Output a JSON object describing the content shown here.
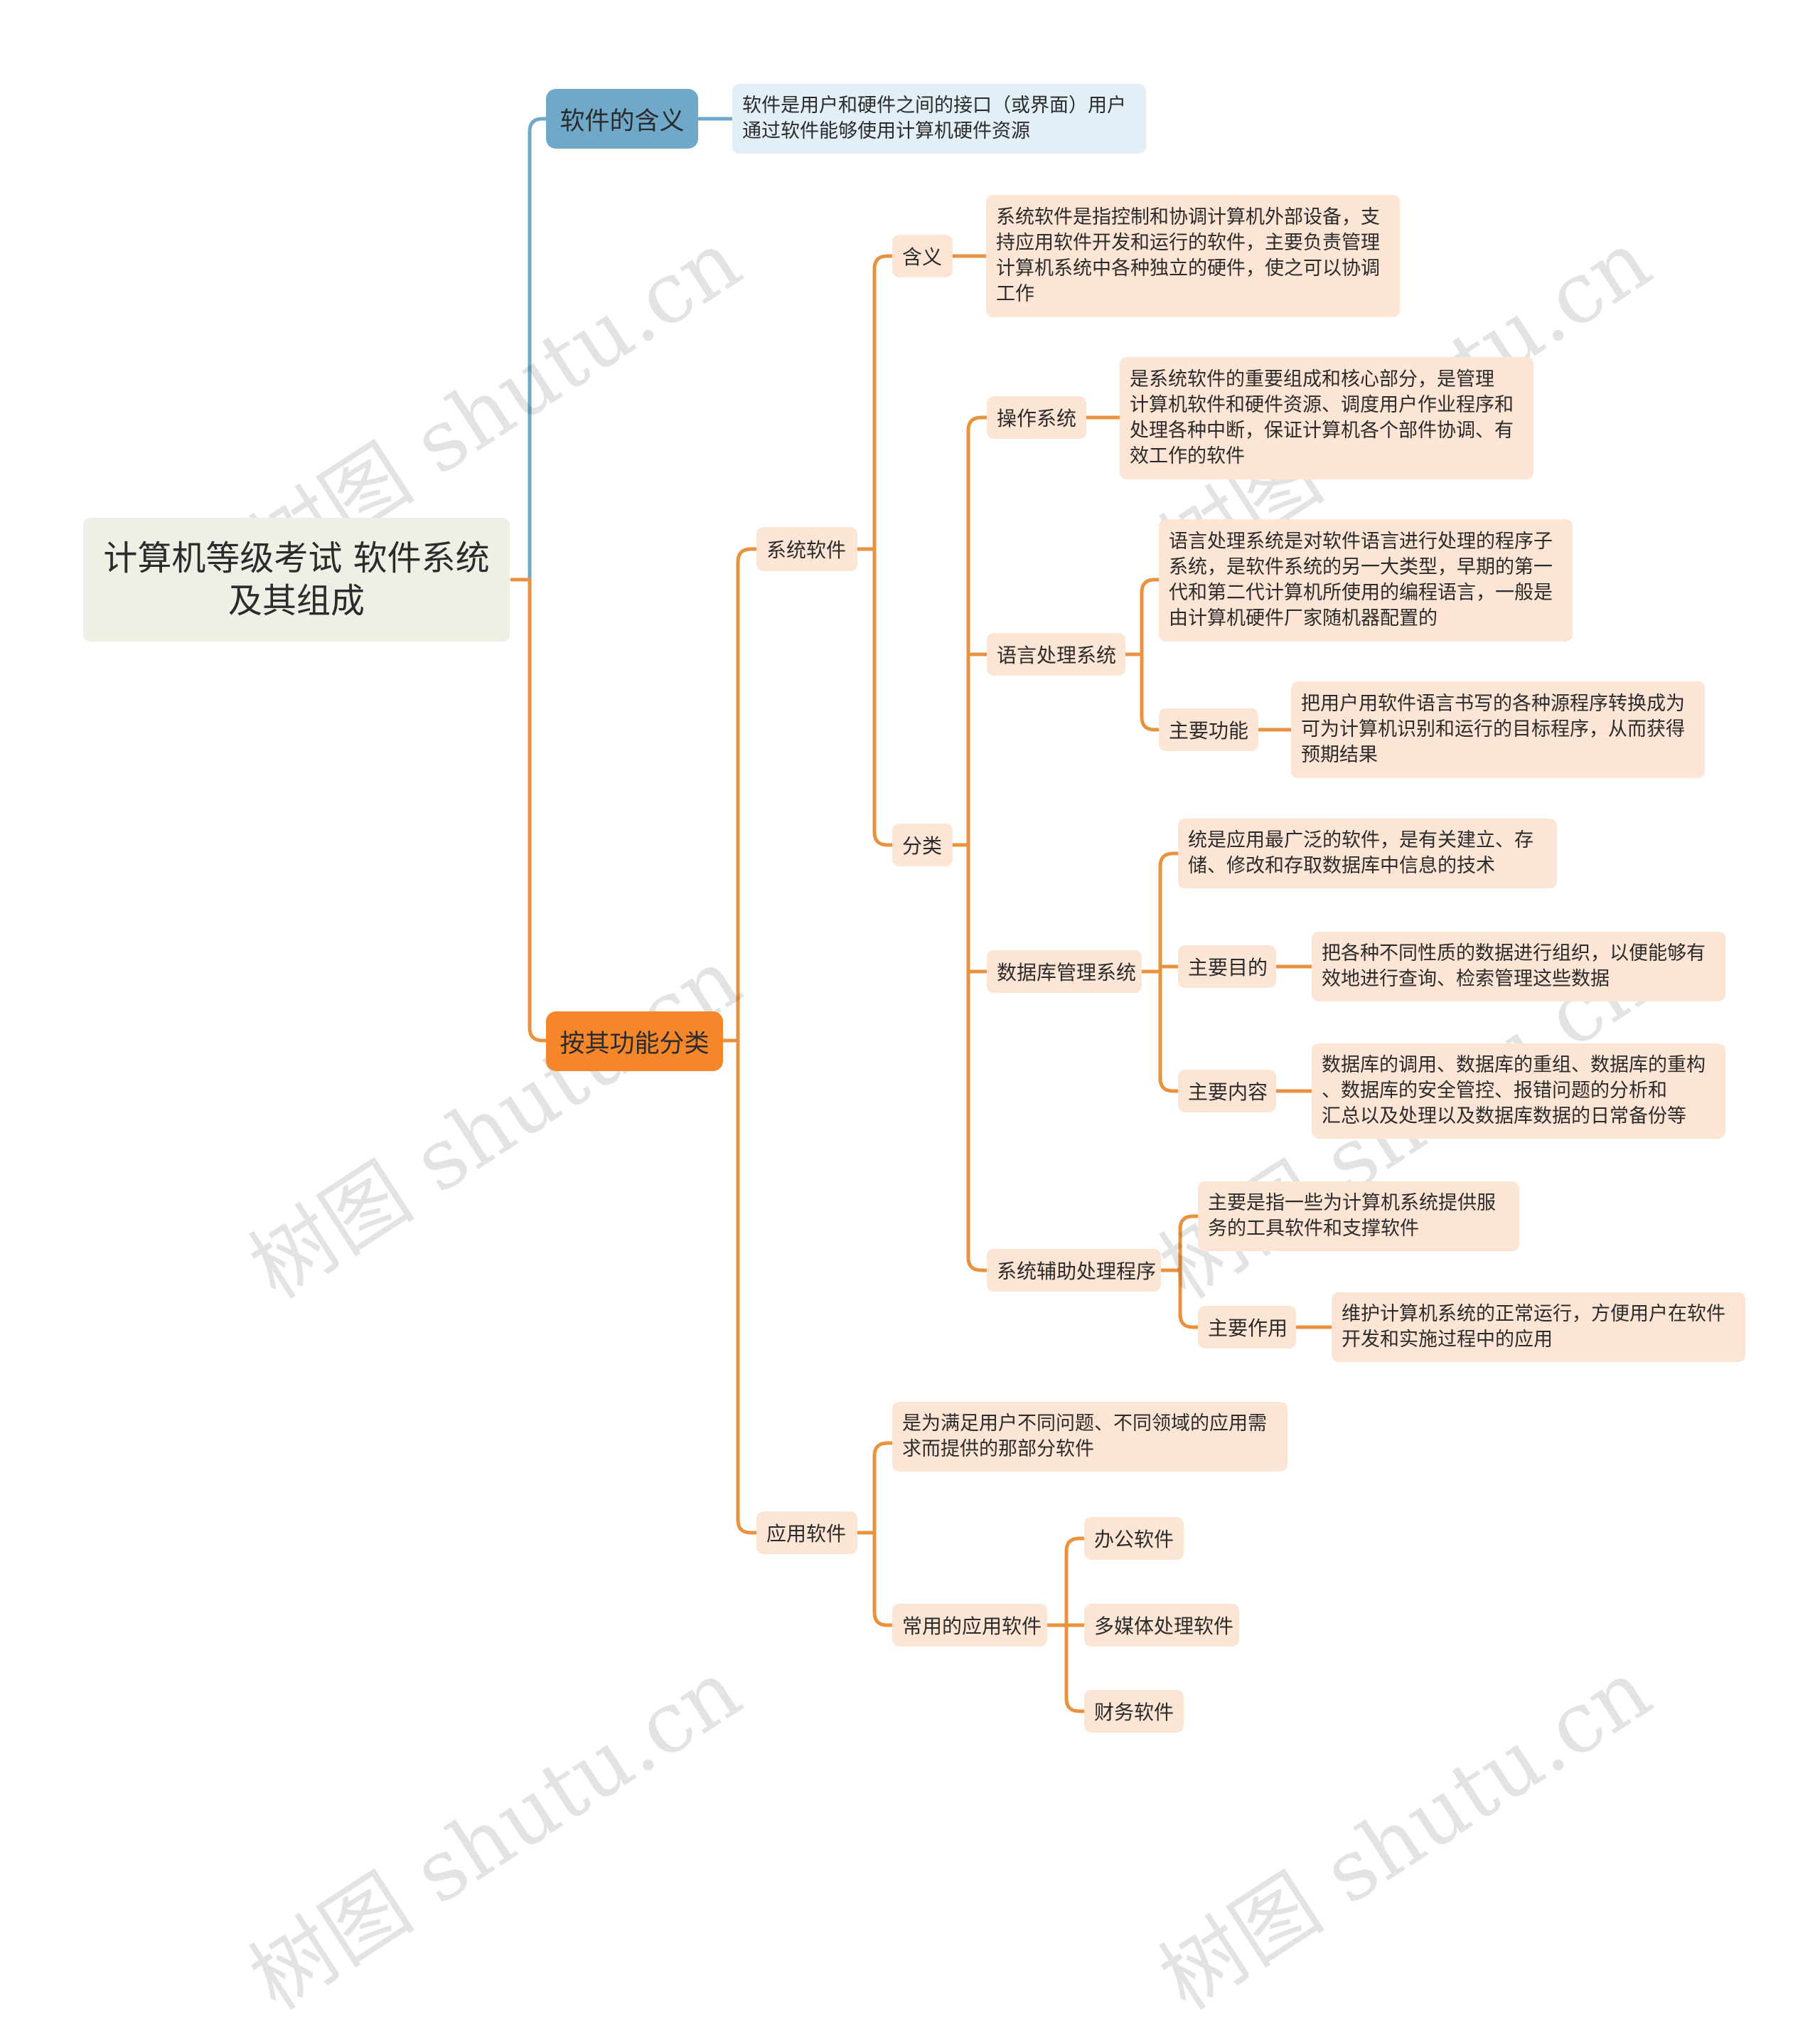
{
  "root": {
    "title": "计算机等级考试 软件系统\n及其组成"
  },
  "meaning": {
    "label": "软件的含义",
    "text": "软件是用户和硬件之间的接口（或界面）用户\n通过软件能够使用计算机硬件资源"
  },
  "classify": {
    "label": "按其功能分类",
    "system_software": {
      "label": "系统软件",
      "definition": {
        "label": "含义",
        "text": "系统软件是指控制和协调计算机外部设备，支\n持应用软件开发和运行的软件，主要负责管理\n计算机系统中各种独立的硬件，使之可以协调\n工作"
      },
      "categories": {
        "label": "分类",
        "os": {
          "label": "操作系统",
          "text": "是系统软件的重要组成和核心部分，是管理\n计算机软件和硬件资源、调度用户作业程序和\n处理各种中断，保证计算机各个部件协调、有\n效工作的软件"
        },
        "lang": {
          "label": "语言处理系统",
          "text": "语言处理系统是对软件语言进行处理的程序子\n系统，是软件系统的另一大类型，早期的第一\n代和第二代计算机所使用的编程语言，一般是\n由计算机硬件厂家随机器配置的",
          "function_label": "主要功能",
          "function_text": "把用户用软件语言书写的各种源程序转换成为\n可为计算机识别和运行的目标程序，从而获得\n预期结果"
        },
        "dbms": {
          "label": "数据库管理系统",
          "text": "统是应用最广泛的软件，是有关建立、存\n储、修改和存取数据库中信息的技术",
          "purpose_label": "主要目的",
          "purpose_text": "把各种不同性质的数据进行组织，以便能够有\n效地进行查询、检索管理这些数据",
          "content_label": "主要内容",
          "content_text": "数据库的调用、数据库的重组、数据库的重构\n、数据库的安全管控、报错问题的分析和\n汇总以及处理以及数据库数据的日常备份等"
        },
        "aux": {
          "label": "系统辅助处理程序",
          "text": "主要是指一些为计算机系统提供服\n务的工具软件和支撑软件",
          "role_label": "主要作用",
          "role_text": "维护计算机系统的正常运行，方便用户在软件\n开发和实施过程中的应用"
        }
      }
    },
    "application_software": {
      "label": "应用软件",
      "text": "是为满足用户不同问题、不同领域的应用需\n求而提供的那部分软件",
      "common": {
        "label": "常用的应用软件",
        "items": [
          "办公软件",
          "多媒体处理软件",
          "财务软件"
        ]
      }
    }
  },
  "watermark": "树图 shutu.cn",
  "colors": {
    "blue_branch": "#6fa8c8",
    "orange_branch": "#e8913e",
    "label_fill": "#fde5d5",
    "root_fill": "#efefe6"
  }
}
